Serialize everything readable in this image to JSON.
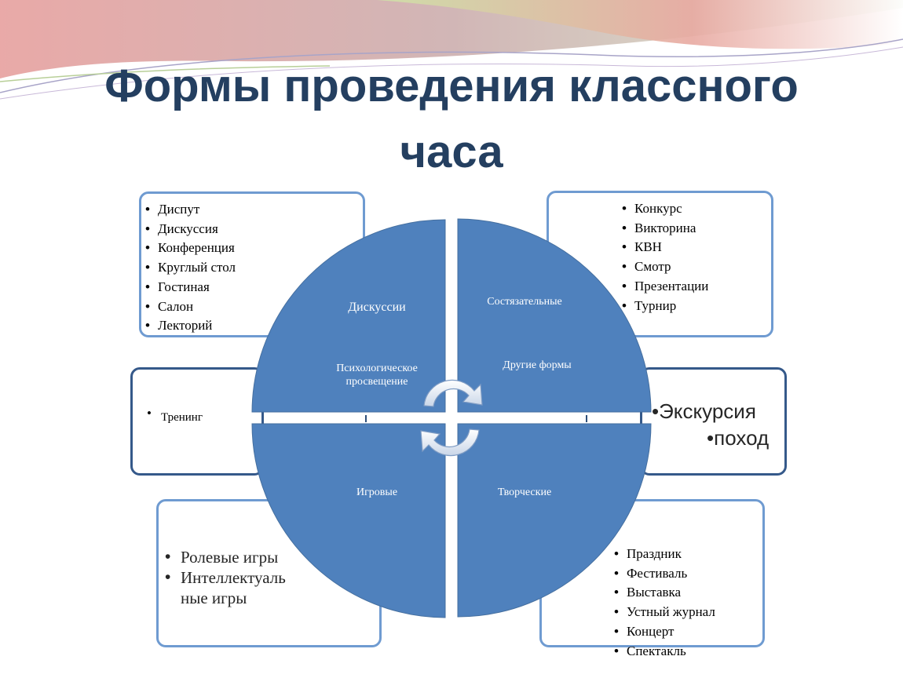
{
  "title": {
    "line1": "Формы проведения классного",
    "line2": "часа"
  },
  "boxes": {
    "top_left": [
      "Диспут",
      "Дискуссия",
      "Конференция",
      "Круглый стол",
      "Гостиная",
      "Салон",
      "Лекторий"
    ],
    "top_right": [
      "Конкурс",
      "Викторина",
      "КВН",
      "Смотр",
      "Презентации",
      "Турнир"
    ],
    "middle_left": "Тренинг",
    "middle_right": [
      "Экскурсия",
      "поход"
    ],
    "bottom_left": [
      "Ролевые игры",
      "Интеллектуаль ные игры"
    ],
    "bottom_right": [
      "Праздник",
      "Фестиваль",
      "Выставка",
      "Устный журнал",
      "Концерт",
      "Спектакль"
    ]
  },
  "quadrants": {
    "top_left": {
      "label": "Дискуссии",
      "sub_line1": "Психологическое",
      "sub_line2": "просвещение"
    },
    "top_right": {
      "label": "Состязательные",
      "sub": "Другие формы"
    },
    "bottom_left": {
      "label": "Игровые"
    },
    "bottom_right": {
      "label": "Творческие"
    }
  },
  "colors": {
    "quadrant_fill": "#4f81bd",
    "box_border": "#6f9bd1",
    "box_border_dark": "#35598a",
    "title": "#243f60"
  }
}
